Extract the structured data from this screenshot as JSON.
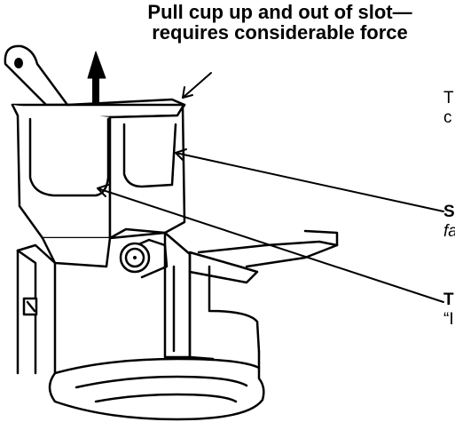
{
  "callout_top": {
    "line1": "Pull cup up and out of slot—",
    "line2": "requires considerable force"
  },
  "right_fragments": {
    "a_line1": "T",
    "a_line2": "c",
    "b_line1": "S",
    "b_line2": "fa",
    "c_line1": "T",
    "c_line2": "“I"
  },
  "colors": {
    "ink": "#000000",
    "paper": "#ffffff"
  }
}
